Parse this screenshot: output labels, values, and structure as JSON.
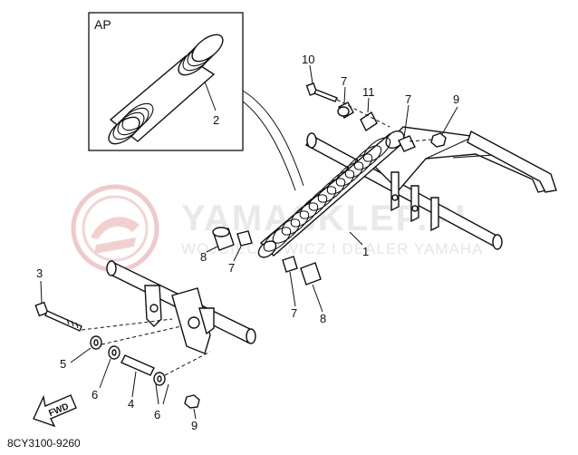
{
  "inset": {
    "title": "AP",
    "part_label": "2"
  },
  "callouts": {
    "c1": "1",
    "c3": "3",
    "c4": "4",
    "c5": "5",
    "c6a": "6",
    "c6b": "6",
    "c7a": "7",
    "c7b": "7",
    "c7c": "7",
    "c7d": "7",
    "c8a": "8",
    "c8b": "8",
    "c9a": "9",
    "c9b": "9",
    "c10": "10",
    "c11": "11"
  },
  "fwd_label": "FWD",
  "diagram_code": "8CY3100-9260",
  "watermark": {
    "brand": "YAMASKLEP.PL",
    "tagline": "WOJCIECHOWICZ I DEALER YAMAHA",
    "color": "#e8b5b5"
  }
}
